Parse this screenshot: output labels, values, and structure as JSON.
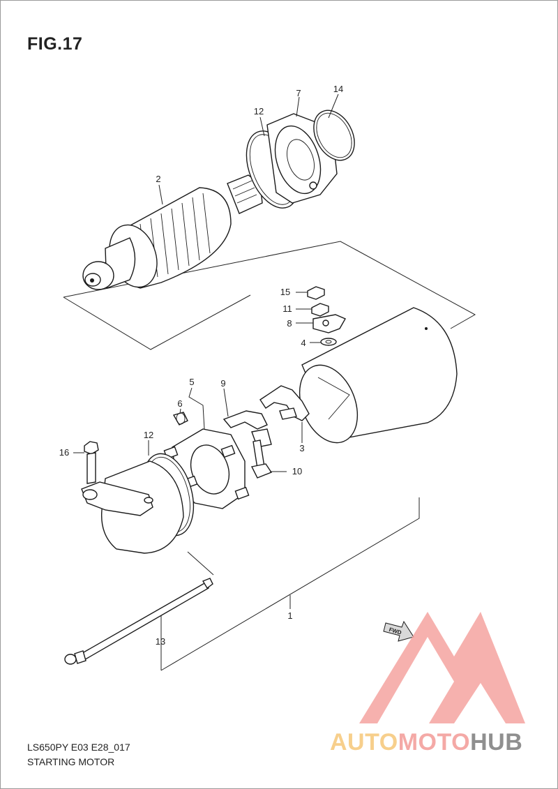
{
  "figure": {
    "title": "FIG.17"
  },
  "callouts": [
    {
      "id": "c1",
      "label": "1"
    },
    {
      "id": "c2",
      "label": "2"
    },
    {
      "id": "c3",
      "label": "3"
    },
    {
      "id": "c4",
      "label": "4"
    },
    {
      "id": "c5",
      "label": "5"
    },
    {
      "id": "c6",
      "label": "6"
    },
    {
      "id": "c7",
      "label": "7"
    },
    {
      "id": "c8",
      "label": "8"
    },
    {
      "id": "c9",
      "label": "9"
    },
    {
      "id": "c10",
      "label": "10"
    },
    {
      "id": "c11",
      "label": "11"
    },
    {
      "id": "c12a",
      "label": "12"
    },
    {
      "id": "c12b",
      "label": "12"
    },
    {
      "id": "c13",
      "label": "13"
    },
    {
      "id": "c14",
      "label": "14"
    },
    {
      "id": "c15",
      "label": "15"
    },
    {
      "id": "c16",
      "label": "16"
    }
  ],
  "direction_tag": "FWD",
  "footer": {
    "code": "LS650PY E03 E28_017",
    "description": "STARTING MOTOR"
  },
  "watermark": {
    "part1": "AUTO",
    "part2": "MOTO",
    "part3": "HUB",
    "colors": {
      "auto": "#f7cf8c",
      "moto": "#f4a9a6",
      "hub": "#8f8f8f",
      "logo": "#f4a3a0"
    }
  }
}
